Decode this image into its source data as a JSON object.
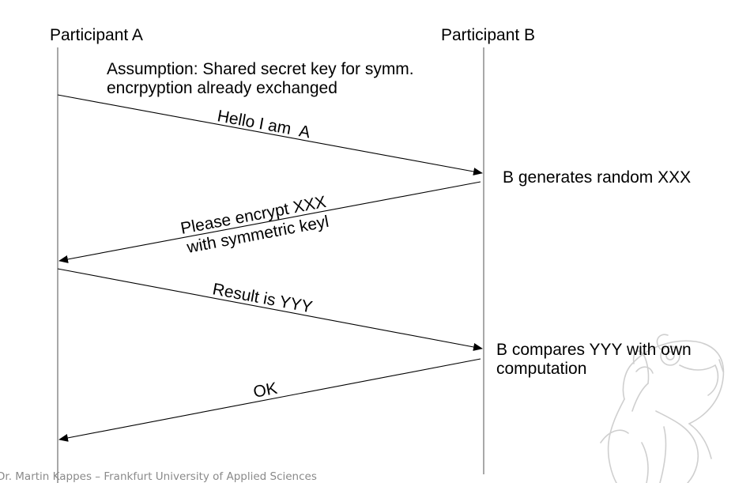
{
  "diagram": {
    "participant_a": "Participant A",
    "participant_b": "Participant B",
    "assumption_line1": "Assumption: Shared secret key for symm.",
    "assumption_line2": "encrpyption already exchanged",
    "messages": [
      {
        "lines": [
          "Hello I am  A"
        ],
        "direction": "A-to-B"
      },
      {
        "lines": [
          "Please encrypt XXX",
          "with symmetric keyl"
        ],
        "direction": "B-to-A"
      },
      {
        "lines": [
          "Result is YYY"
        ],
        "direction": "A-to-B"
      },
      {
        "lines": [
          "OK"
        ],
        "direction": "B-to-A"
      }
    ],
    "notes": {
      "b_generates": "B generates random XXX",
      "b_compares_line1": "B compares YYY with own",
      "b_compares_line2": "computation"
    }
  },
  "footer": "Dr. Martin Kappes – Frankfurt University of Applied Sciences",
  "mascot": {
    "icon": "parrot-professor-icon",
    "color": "#cfcfcf"
  }
}
